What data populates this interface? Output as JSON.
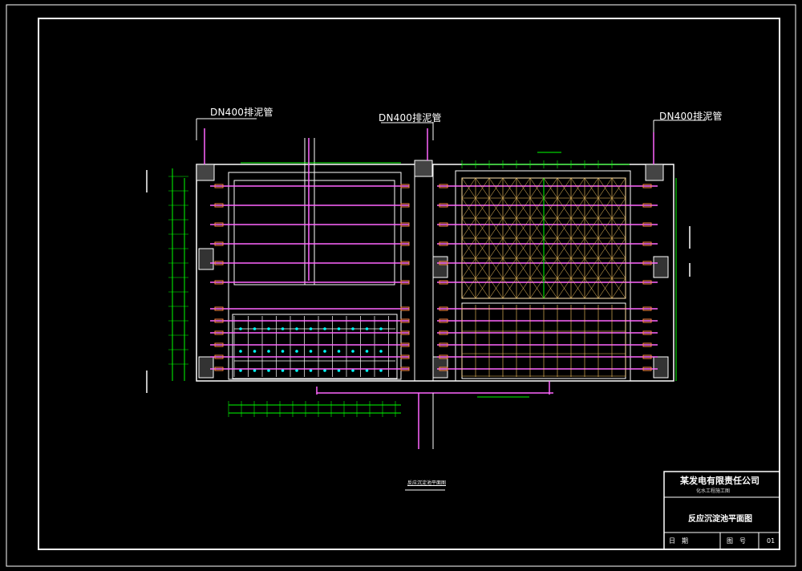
{
  "drawing": {
    "pipe_labels": [
      "DN400排泥管",
      "DN400排泥管",
      "DN400排泥管"
    ],
    "caption": "反应沉淀池平面图"
  },
  "title_block": {
    "company": "某发电有限责任公司",
    "subtitle": "化水工程施工图",
    "drawing_title": "反应沉淀池平面图",
    "date_label": "日　期",
    "drawing_no_label": "图　号",
    "drawing_no": "01"
  },
  "colors": {
    "frame": "#ffffff",
    "structure": "#ffffff",
    "dimension": "#00ff00",
    "pipe": "#ff66ff",
    "pipe_fitting": "#ff8844",
    "truss": "#ffcc66",
    "node": "#00ffff"
  }
}
